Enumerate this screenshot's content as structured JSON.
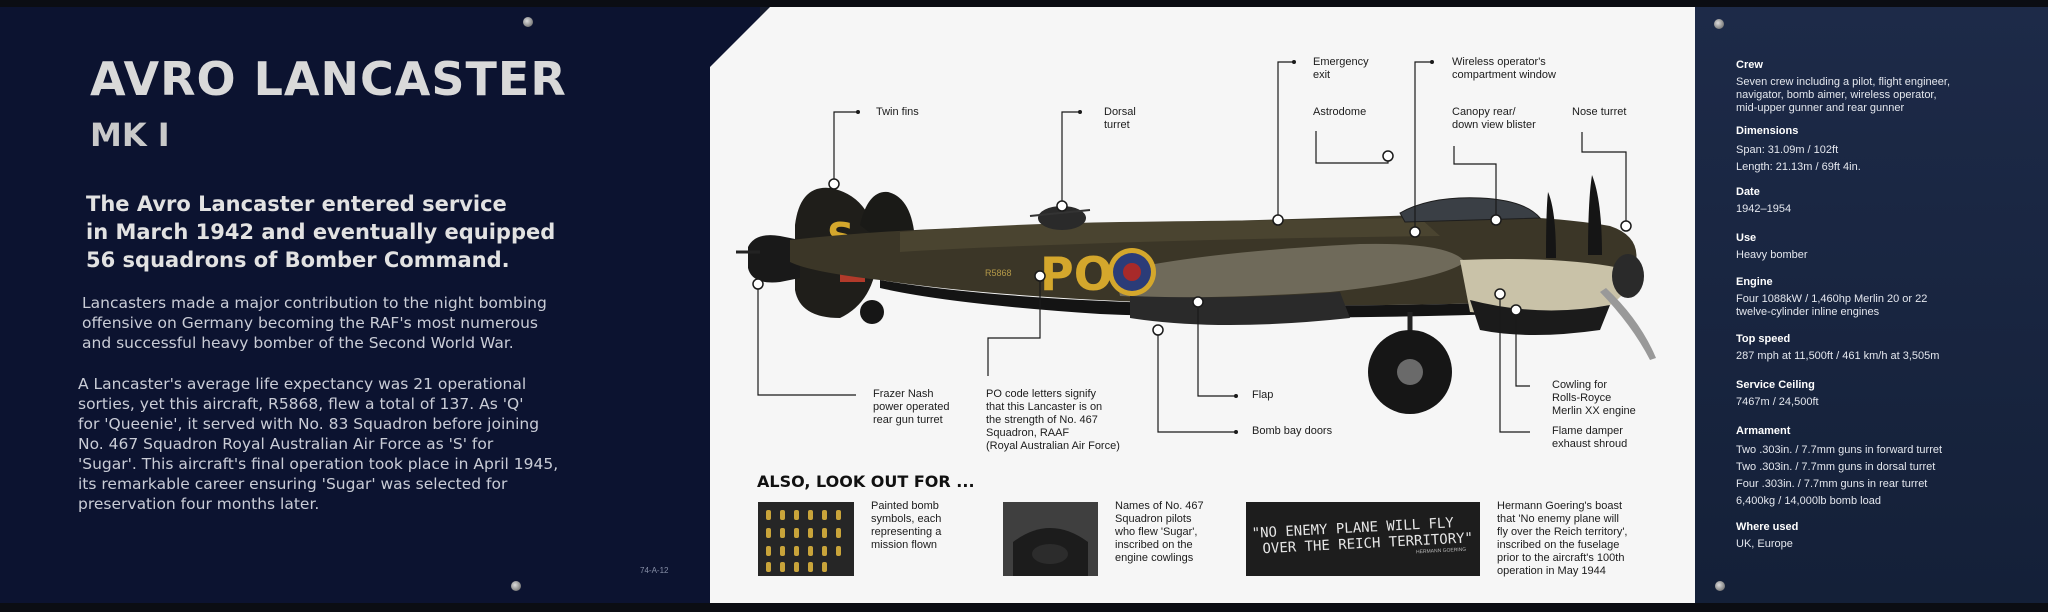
{
  "left": {
    "title": "AVRO LANCASTER",
    "subtitle": "MK I",
    "intro": [
      "The Avro Lancaster entered service",
      "in March 1942 and eventually equipped",
      "56 squadrons of Bomber Command."
    ],
    "para1": [
      "Lancasters made a major contribution to the night bombing",
      "offensive on Germany becoming the RAF's most numerous",
      "and successful heavy bomber of the Second World War."
    ],
    "para2": [
      "A Lancaster's average life expectancy was 21 operational",
      "sorties, yet this aircraft, R5868, flew a total of 137. As 'Q'",
      "for 'Queenie', it served with No. 83 Squadron before joining",
      "No. 467 Squadron Royal Australian Air Force as 'S' for",
      "'Sugar'. This aircraft's final operation took place in April 1945,",
      "its remarkable career ensuring 'Sugar' was selected for",
      "preservation four months later."
    ],
    "code": "74-A-12"
  },
  "diagram": {
    "labels": {
      "twin_fins": "Twin fins",
      "dorsal_turret": "Dorsal\nturret",
      "emergency_exit": "Emergency\nexit",
      "astrodome": "Astrodome",
      "wireless_window": "Wireless operator's\ncompartment window",
      "canopy_blister": "Canopy rear/\ndown view blister",
      "nose_turret": "Nose turret",
      "frazer_nash": "Frazer Nash\npower operated\nrear gun turret",
      "po_code": "PO code letters signify\nthat this Lancaster is on\nthe strength of No. 467\nSquadron, RAAF\n(Royal Australian Air Force)",
      "flap": "Flap",
      "bomb_bay": "Bomb bay doors",
      "cowling": "Cowling for\nRolls-Royce\nMerlin XX engine",
      "flame_damper": "Flame damper\nexhaust shroud"
    },
    "fuselage_letters": "PO",
    "fin_letter": "S",
    "serial": "R5868"
  },
  "also": {
    "heading": "ALSO, LOOK OUT FOR ...",
    "items": [
      "Painted bomb\nsymbols, each\nrepresenting a\nmission flown",
      "Names of No. 467\nSquadron pilots\nwho flew 'Sugar',\ninscribed on the\nengine cowlings",
      "Hermann Goering's boast\nthat 'No enemy plane will\nfly over the Reich territory',\ninscribed on the fuselage\nprior to the aircraft's 100th\noperation in May 1944"
    ],
    "inscription": [
      "\"NO ENEMY PLANE WILL FLY",
      "OVER THE REICH TERRITORY\""
    ],
    "signature": "HERMANN GOERING"
  },
  "specs": {
    "crew_h": "Crew",
    "crew_v": [
      "Seven crew including a pilot, flight engineer,",
      "navigator, bomb aimer, wireless operator,",
      "mid-upper gunner and rear gunner"
    ],
    "dim_h": "Dimensions",
    "dim_v": [
      "Span: 31.09m / 102ft",
      "Length: 21.13m / 69ft 4in."
    ],
    "date_h": "Date",
    "date_v": "1942–1954",
    "use_h": "Use",
    "use_v": "Heavy bomber",
    "engine_h": "Engine",
    "engine_v": [
      "Four 1088kW / 1,460hp Merlin 20 or 22",
      "twelve-cylinder inline engines"
    ],
    "speed_h": "Top speed",
    "speed_v": "287 mph at 11,500ft / 461 km/h at 3,505m",
    "ceiling_h": "Service Ceiling",
    "ceiling_v": "7467m / 24,500ft",
    "arm_h": "Armament",
    "arm_v": [
      "Two .303in. / 7.7mm guns in forward turret",
      "Two .303in. / 7.7mm guns in dorsal turret",
      "Four .303in. / 7.7mm guns in rear turret",
      "6,400kg / 14,000lb bomb load"
    ],
    "where_h": "Where used",
    "where_v": "UK, Europe"
  },
  "colors": {
    "navy": "#0c1330",
    "panel": "#f6f6f6",
    "roundel_red": "#a82a2a",
    "roundel_blue": "#2b3c78",
    "code_yellow": "#d4a72c"
  }
}
